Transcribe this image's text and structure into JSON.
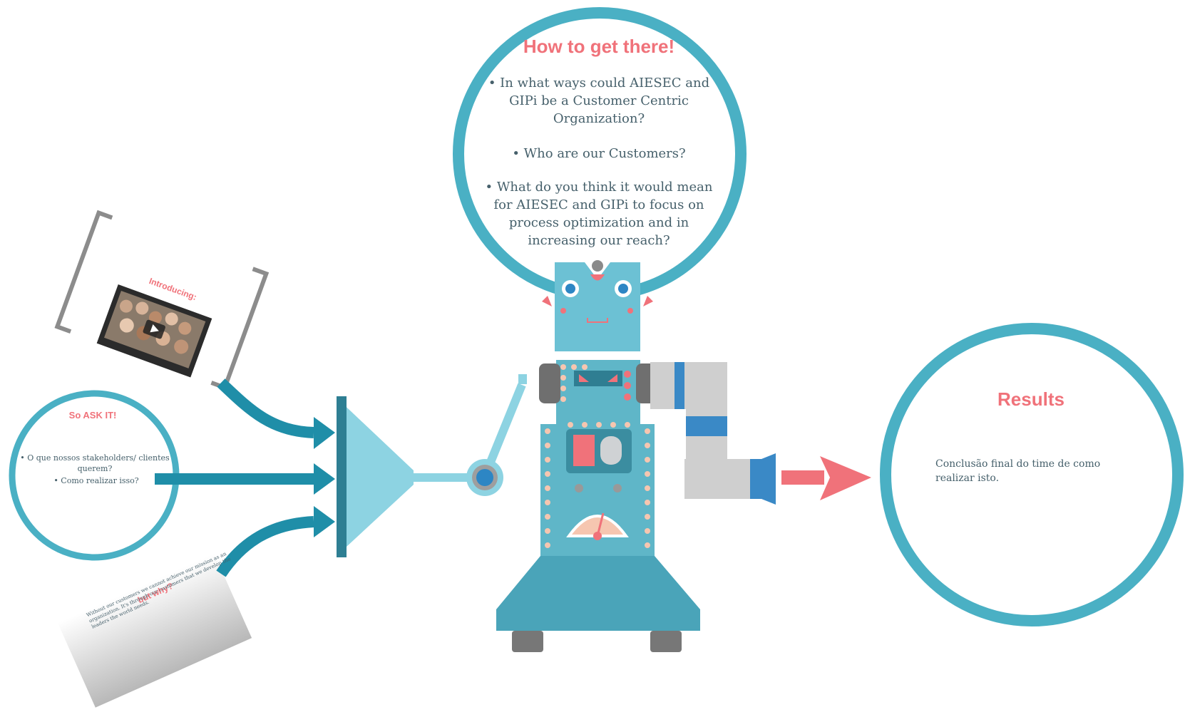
{
  "top_bubble": {
    "title": "How to get there!",
    "q1": "• In what ways could AIESEC and GIPi be a Customer Centric Organization?",
    "q2": "• Who are our Customers?",
    "q3": "• What do you think it would mean for AIESEC and GIPi to focus on process optimization and in increasing our reach?"
  },
  "intro_card": {
    "title": "Introducing:"
  },
  "ask_bubble": {
    "title": "So ASK IT!",
    "q1": "• O que nossos stakeholders/ clientes querem?",
    "q2": "• Como realizar isso?"
  },
  "why_card": {
    "title": "but why?",
    "body": "Without our customers we cannot achieve our mission as an organization. It's through our customers that we develop the leaders the world needs."
  },
  "results_bubble": {
    "title": "Results",
    "body": "Conclusão final do time de como realizar isto."
  },
  "colors": {
    "teal": "#2f9ab0",
    "teal_light": "#7fd0e0",
    "robot_blue": "#5fb6c8",
    "coral": "#f0727a",
    "gray": "#cfcfcf",
    "peach": "#f6c6b0"
  }
}
